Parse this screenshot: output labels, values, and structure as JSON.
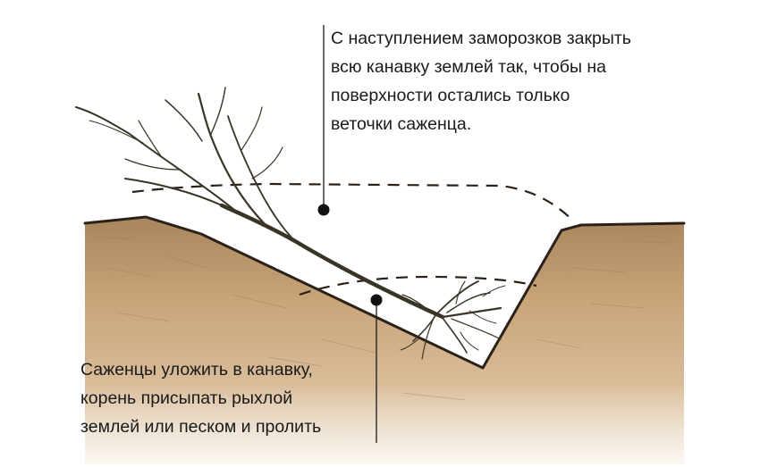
{
  "annotations": {
    "top": {
      "lines": [
        "С наступлением заморозков закрыть",
        "всю канавку землей так, чтобы на",
        "поверхности остались только",
        "веточки саженца."
      ]
    },
    "bottom": {
      "lines": [
        "Саженцы уложить в канавку,",
        "корень присыпать рыхлой",
        "землей или песком и пролить"
      ]
    }
  },
  "colors": {
    "soil": "#c9a57a",
    "soil_dark": "#a8855b",
    "outline": "#2b2118",
    "branch": "#3a3426",
    "text": "#1a1a1a"
  }
}
